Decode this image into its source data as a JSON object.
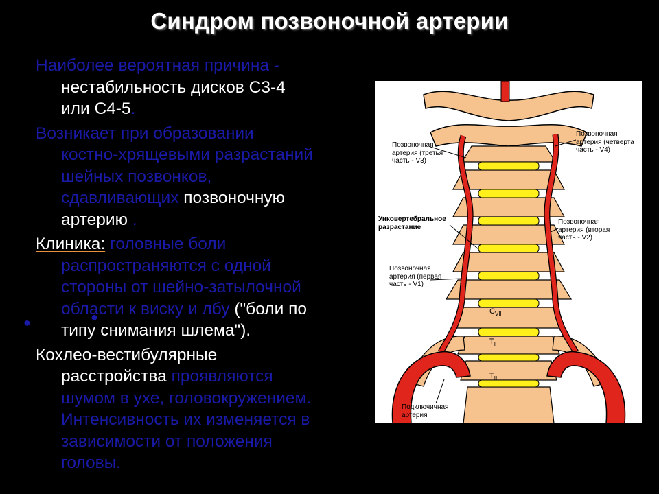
{
  "title": "Синдром позвоночной артерии",
  "paragraphs": {
    "p1": {
      "l1": "Наиболее вероятная причина -",
      "l2": "нестабильность дисков С3-4",
      "l3a": "или С4-5",
      "l3b": "."
    },
    "p2": {
      "l1": "Возникает при образовании",
      "l2": "костно-хрящевыми разрастаний",
      "l3": "шейных позвонков,",
      "l4a": "сдавливающих ",
      "l4b": "позвоночную",
      "l5a": "артерию",
      "l5b": " ."
    },
    "p3": {
      "label": "Клиника:",
      "l1b": " головные боли",
      "l2": "распространяются с одной",
      "l3": "стороны от шейно-затылочной",
      "l4a": "области к виску и лбу ",
      "l4b": "(\"боли по",
      "l5": "типу снимания шлема\")."
    },
    "p4": {
      "l1": "Кохлео-вестибулярные",
      "l2a": "расстройства ",
      "l2b": "проявляются",
      "l3": "шумом в ухе, головокружением.",
      "l4": "Интенсивность их изменяется в",
      "l5": "зависимости от  положения",
      "l6": "головы."
    },
    "bullets": [
      "●",
      "●"
    ]
  },
  "figure": {
    "labels": {
      "v3": [
        "Позвоночная",
        "артерия (третья",
        "часть - V3)"
      ],
      "v4": [
        "Позвоночная",
        "артерия (четверта",
        "часть - V4)"
      ],
      "unco": [
        "Унко",
        "вертебральное",
        "разрастание"
      ],
      "v2": [
        "Позвоночная",
        "артерия (вторая",
        "часть - V2)"
      ],
      "v1": [
        "Позвоночная",
        "артерия (первая",
        "часть - V1)"
      ],
      "subclavian": [
        "Подключичная",
        "артерия"
      ]
    },
    "vertebra": {
      "c7": "C",
      "c7sub": "VII",
      "t1": "T",
      "t1sub": "I",
      "t2": "T",
      "t2sub": "II"
    },
    "colors": {
      "bone": "#f6c28e",
      "disc": "#ffef1a",
      "artery": "#e0251d",
      "text_blue": "#1a1aa8"
    }
  }
}
